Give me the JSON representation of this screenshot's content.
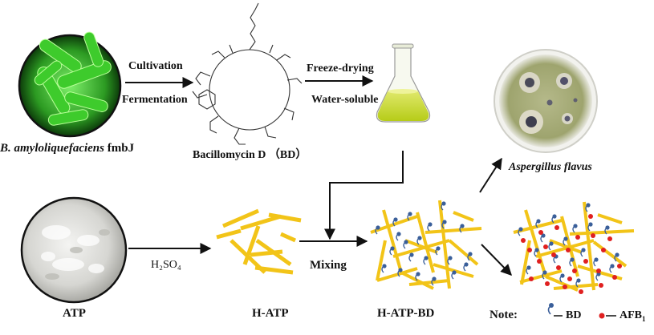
{
  "arrows": {
    "cultivation": "Cultivation",
    "fermentation": "Fermentation",
    "freeze_drying": "Freeze-drying",
    "water_soluble": "Water-soluble",
    "acid": "H₂SO₄",
    "mixing": "Mixing"
  },
  "labels": {
    "bacterium_species": "B. amyloliquefaciens",
    "bacterium_strain": " fmbJ",
    "bacillomycin": "Bacillomycin D （BD）",
    "aspergillus": "Aspergillus flavus",
    "atp": "ATP",
    "h_atp": "H-ATP",
    "h_atp_bd": "H-ATP-BD"
  },
  "legend": {
    "note": "Note:",
    "bd": "BD",
    "afb": "AFB",
    "afb_sub": "1"
  },
  "colors": {
    "rod": "#f2c418",
    "bd_mark": "#3a5f9a",
    "afb_mark": "#e02020",
    "solution": "#c9dc2a",
    "bacteria": "#4fd83a"
  }
}
